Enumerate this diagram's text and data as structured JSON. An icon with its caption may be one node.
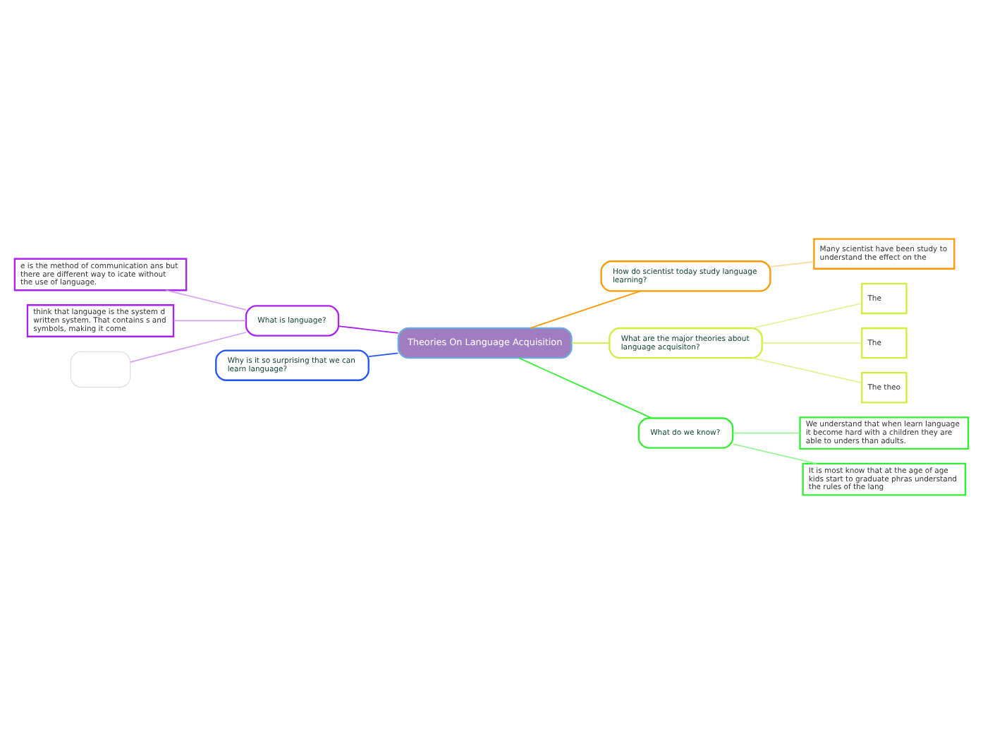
{
  "diagram": {
    "nodes": [
      {
        "text": [
          "Theories On Language Acquisition"
        ]
      },
      {
        "text": [
          "How do scientist today study language learning?"
        ]
      },
      {
        "text": [
          "Many scientist have been study to understand the effect on the"
        ]
      },
      {
        "text": [
          "What are the major theories about language acquisiton?"
        ]
      },
      {
        "text": [
          "The"
        ]
      },
      {
        "text": [
          "The"
        ]
      },
      {
        "text": [
          "The theo"
        ]
      },
      {
        "text": [
          "What do we know?"
        ]
      },
      {
        "text": [
          "We understand that when learn language it become hard with a children they are able to unders than adults."
        ]
      },
      {
        "text": [
          "It is most know that at the age of age kids start to graduate phras understand the rules of the lang"
        ]
      },
      {
        "text": [
          "What is language?"
        ]
      },
      {
        "text": [
          "e is the method of communication ans but there are different way to icate without the use of language."
        ]
      },
      {
        "text": [
          "think that language is the system d written system. That contains s and symbols, making it come"
        ]
      },
      {
        "text": [],
        "shape": "box"
      },
      {
        "text": [
          "Why is it so surprising that we can learn language?"
        ]
      }
    ],
    "edges": [
      {
        "from": 0,
        "to": 1,
        "arrow": "none",
        "color": "#ff9900"
      },
      {
        "from": 1,
        "to": 2,
        "arrow": "none",
        "color": "#ffd9a0"
      },
      {
        "from": 0,
        "to": 3,
        "arrow": "none",
        "color": "#ccf03c"
      },
      {
        "from": 3,
        "to": 4,
        "arrow": "none",
        "color": "#ddf590"
      },
      {
        "from": 3,
        "to": 5,
        "arrow": "none",
        "color": "#ddf590"
      },
      {
        "from": 3,
        "to": 6,
        "arrow": "none",
        "color": "#ddf590"
      },
      {
        "from": 0,
        "to": 7,
        "arrow": "none",
        "color": "#33ee33"
      },
      {
        "from": 7,
        "to": 8,
        "arrow": "none",
        "color": "#99f599"
      },
      {
        "from": 7,
        "to": 9,
        "arrow": "none",
        "color": "#99f599"
      },
      {
        "from": 0,
        "to": 10,
        "arrow": "none",
        "color": "#aa22ee"
      },
      {
        "from": 10,
        "to": 11,
        "arrow": "none",
        "color": "#d8a0f5"
      },
      {
        "from": 10,
        "to": 12,
        "arrow": "none",
        "color": "#d8a0f5"
      },
      {
        "from": 10,
        "to": 13,
        "arrow": "none",
        "color": "#d8a0f5"
      },
      {
        "from": 0,
        "to": 14,
        "arrow": "none",
        "color": "#2255ee"
      }
    ]
  }
}
